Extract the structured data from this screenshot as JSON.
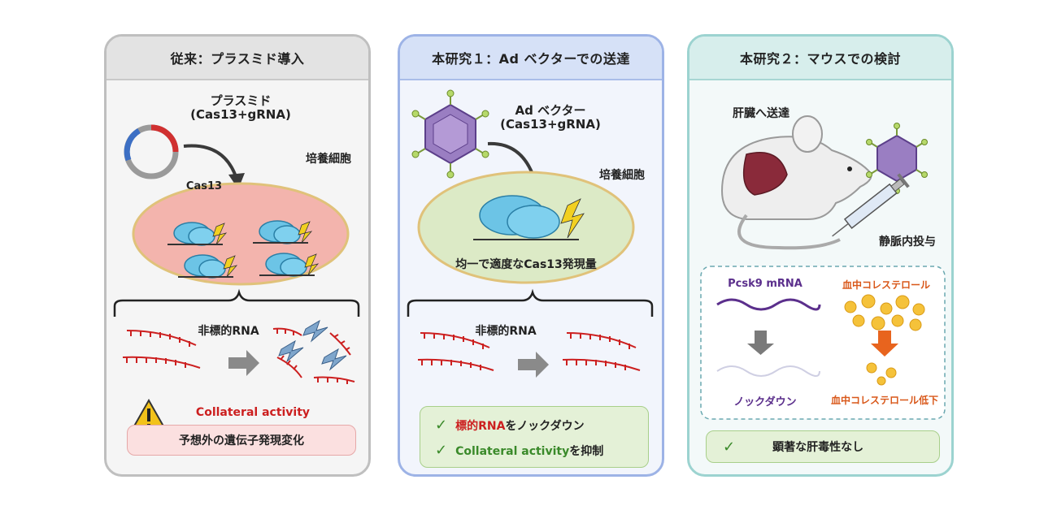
{
  "panel1": {
    "title": "従来：プラスミド導入",
    "plasmid_label": "プラスミド",
    "plasmid_sub": "(Cas13+gRNA)",
    "cells_label": "培養細胞",
    "cas13_label": "Cas13",
    "rna_label": "非標的RNA",
    "collateral": "Collateral activity",
    "result": "予想外の遺伝子発現変化"
  },
  "panel2": {
    "title": "本研究１：Ad ベクターでの送達",
    "vector_label": "Ad ベクター",
    "vector_sub": "(Cas13+gRNA)",
    "cells_label": "培養細胞",
    "expression": "均一で適度なCas13発現量",
    "rna_label": "非標的RNA",
    "result1_highlight": "標的RNA",
    "result1_rest": "をノックダウン",
    "result2_highlight": "Collateral activity",
    "result2_rest": "を抑制"
  },
  "panel3": {
    "title": "本研究２：マウスでの検討",
    "liver_label": "肝臓へ送達",
    "injection_label": "静脈内投与",
    "mrna_label": "Pcsk9 mRNA",
    "knockdown_label": "ノックダウン",
    "chol_label": "血中コレステロール",
    "chol_down_label": "血中コレステロール低下",
    "result": "顕著な肝毒性なし"
  },
  "colors": {
    "panel1_border": "#bfbfbf",
    "panel2_border": "#9db3e6",
    "panel3_border": "#9cd3d0",
    "rna_red": "#cc1f1f",
    "cas13_blue": "#6cc4e6",
    "check_green": "#3a8a2a"
  }
}
